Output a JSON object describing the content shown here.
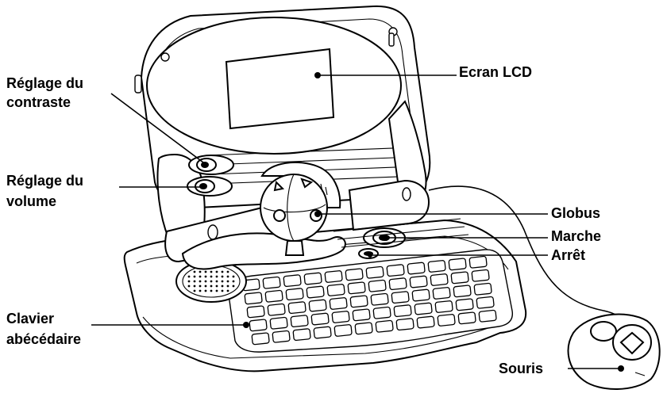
{
  "labels": {
    "contraste_line1": "Réglage du",
    "contraste_line2": "contraste",
    "volume_line1": "Réglage  du",
    "volume_line2": "volume",
    "ecran": "Ecran  LCD",
    "globus": "Globus",
    "marche": "Marche",
    "arret": "Arrêt",
    "clavier_line1": "Clavier",
    "clavier_line2": "abécédaire",
    "souris": "Souris"
  },
  "colors": {
    "ink": "#000000",
    "paper": "#ffffff"
  }
}
